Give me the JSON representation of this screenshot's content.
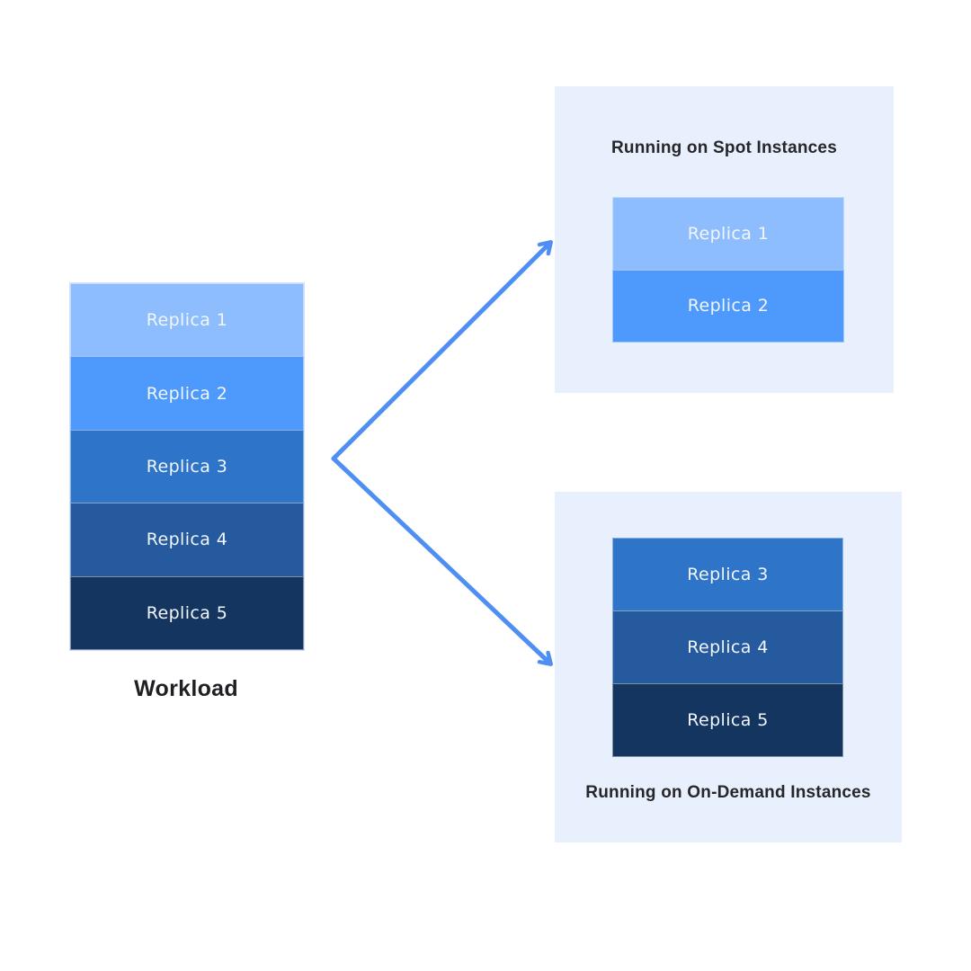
{
  "diagram": {
    "workload": {
      "label": "Workload",
      "replica_indices": [
        0,
        1,
        2,
        3,
        4
      ]
    },
    "replicas": [
      {
        "label": "Replica 1",
        "color": "#8dbdfc"
      },
      {
        "label": "Replica 2",
        "color": "#4d9afc"
      },
      {
        "label": "Replica 3",
        "color": "#2e74c9"
      },
      {
        "label": "Replica 4",
        "color": "#255a9e"
      },
      {
        "label": "Replica 5",
        "color": "#153561"
      }
    ],
    "panels": [
      {
        "title": "Running on Spot Instances",
        "replica_indices": [
          0,
          1
        ]
      },
      {
        "title": "Running on On-Demand Instances",
        "replica_indices": [
          2,
          3,
          4
        ]
      }
    ],
    "colors": {
      "canvas_background": "#ffffff",
      "panel_background": "#e7f0fc",
      "arrow": "#4f8ef3",
      "replica_label_text": "#f2f6fc",
      "panel_title_text": "#26262b",
      "workload_label_text": "#1f1f24"
    }
  }
}
